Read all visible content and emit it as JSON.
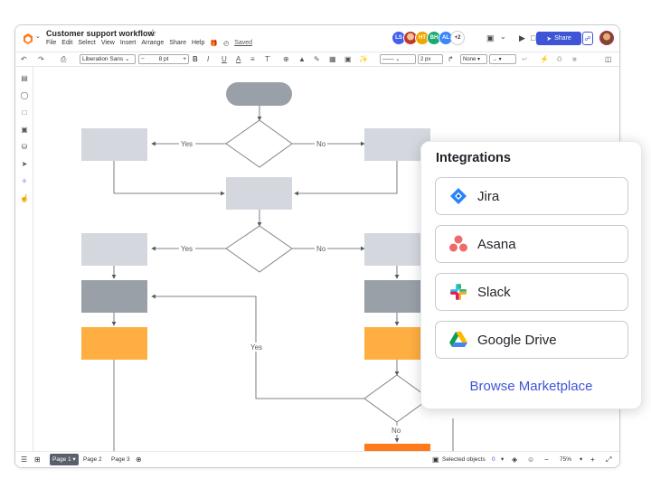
{
  "window": {
    "title": "Customer support workflow",
    "star_icon": "star-icon",
    "menu": [
      "File",
      "Edit",
      "Select",
      "View",
      "Insert",
      "Arrange",
      "Share",
      "Help"
    ],
    "saved_label": "Saved"
  },
  "collaborators": [
    {
      "initials": "LS",
      "color": "#4361ee"
    },
    {
      "initials": "",
      "color": "#e85d75",
      "photo": true
    },
    {
      "initials": "HT",
      "color": "#f0a500"
    },
    {
      "initials": "BH",
      "color": "#19a974"
    },
    {
      "initials": "AL",
      "color": "#3a86ff"
    },
    {
      "initials": "+2",
      "color": "#ffffff"
    }
  ],
  "header": {
    "share_label": "Share"
  },
  "toolbar": {
    "font": "Liberation Sans",
    "font_size": "8 pt",
    "line_width": "2 px",
    "arrow_start": "None"
  },
  "bottombar": {
    "pages": [
      "Page 1",
      "Page 2",
      "Page 3"
    ],
    "selected_objects": "Selected objects",
    "selected_count": "0",
    "zoom": "75%"
  },
  "flowchart": {
    "labels": {
      "yes1": "Yes",
      "no1": "No",
      "yes2": "Yes",
      "no2": "No",
      "yes3": "Yes",
      "no3": "No"
    },
    "colors": {
      "light": "#d4d8de",
      "dark": "#9aa0a8",
      "orange": "#ffae42",
      "orange_dark": "#ff7a1a",
      "line": "#555b63"
    }
  },
  "integrations": {
    "title": "Integrations",
    "items": [
      {
        "label": "Jira",
        "icon": "jira-icon"
      },
      {
        "label": "Asana",
        "icon": "asana-icon"
      },
      {
        "label": "Slack",
        "icon": "slack-icon"
      },
      {
        "label": "Google Drive",
        "icon": "google-drive-icon"
      }
    ],
    "browse_label": "Browse Marketplace"
  }
}
